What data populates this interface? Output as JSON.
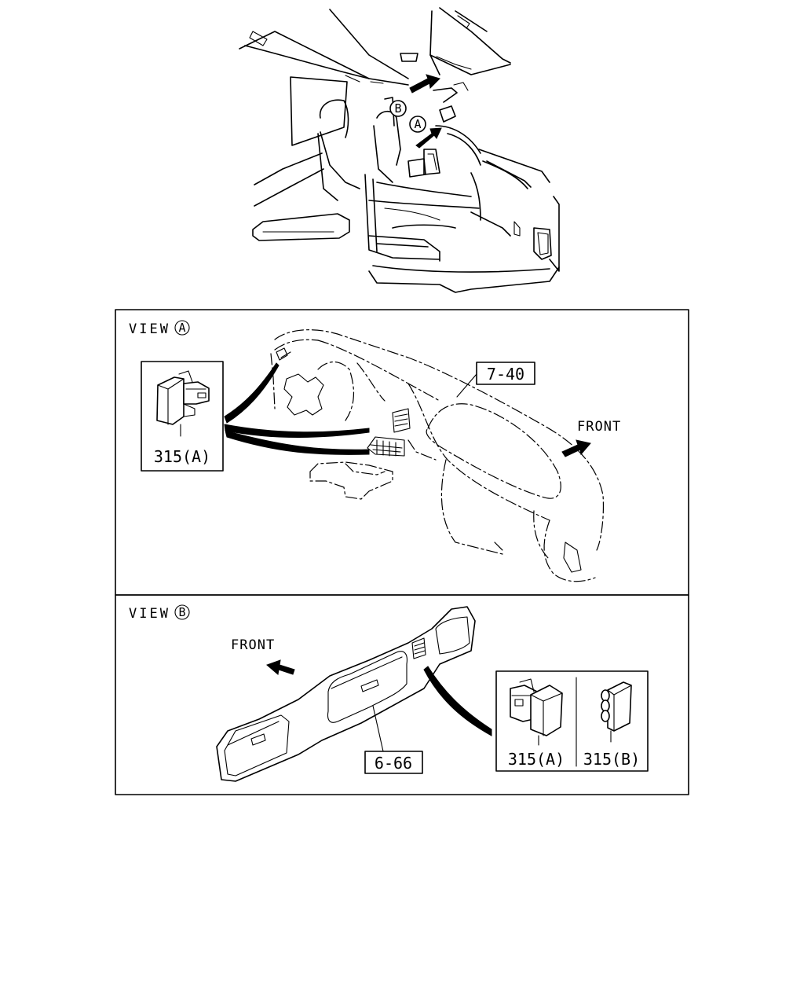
{
  "views": {
    "a": {
      "title": "VIEW",
      "letter": "A"
    },
    "b": {
      "title": "VIEW",
      "letter": "B"
    }
  },
  "callouts": {
    "cab_a": "A",
    "cab_b": "B",
    "ref_dash": "7-40",
    "ref_console": "6-66",
    "switch_a_view_a": "315(A)",
    "switch_a_view_b": "315(A)",
    "switch_b_view_b": "315(B)"
  },
  "direction": {
    "view_a": "FRONT",
    "view_b": "FRONT"
  }
}
